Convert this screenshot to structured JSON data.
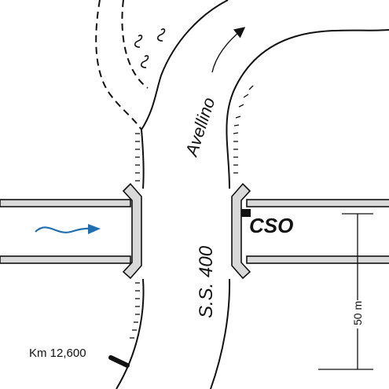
{
  "labels": {
    "avellino": "Avellino",
    "road": "S.S. 400",
    "cso": "CSO",
    "km": "Km 12,600",
    "scale": "50 m"
  },
  "colors": {
    "flow_arrow": "#1f6fb0",
    "culvert_fill": "#d9d9d9",
    "line": "#111111"
  },
  "icons": [
    "flow-direction-icon",
    "traffic-direction-icon",
    "vegetation-icon",
    "cso-marker-icon",
    "km-marker-icon"
  ]
}
